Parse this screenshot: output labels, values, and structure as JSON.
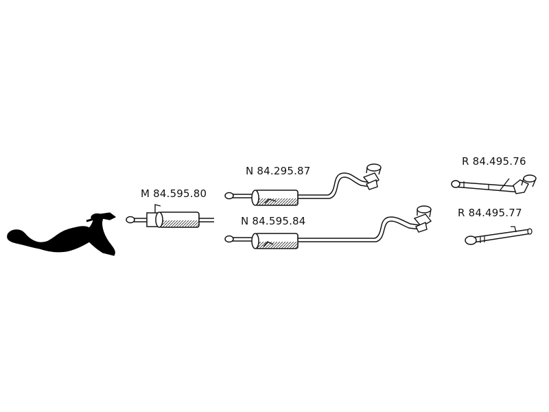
{
  "parts": [
    {
      "id": "catalytic-converter",
      "label": ""
    },
    {
      "id": "m",
      "label": "M 84.595.80"
    },
    {
      "id": "n1",
      "label": "N 84.295.87"
    },
    {
      "id": "n2",
      "label": "N 84.595.84"
    },
    {
      "id": "r1",
      "label": "R 84.495.76"
    },
    {
      "id": "r2",
      "label": "R 84.495.77"
    }
  ]
}
